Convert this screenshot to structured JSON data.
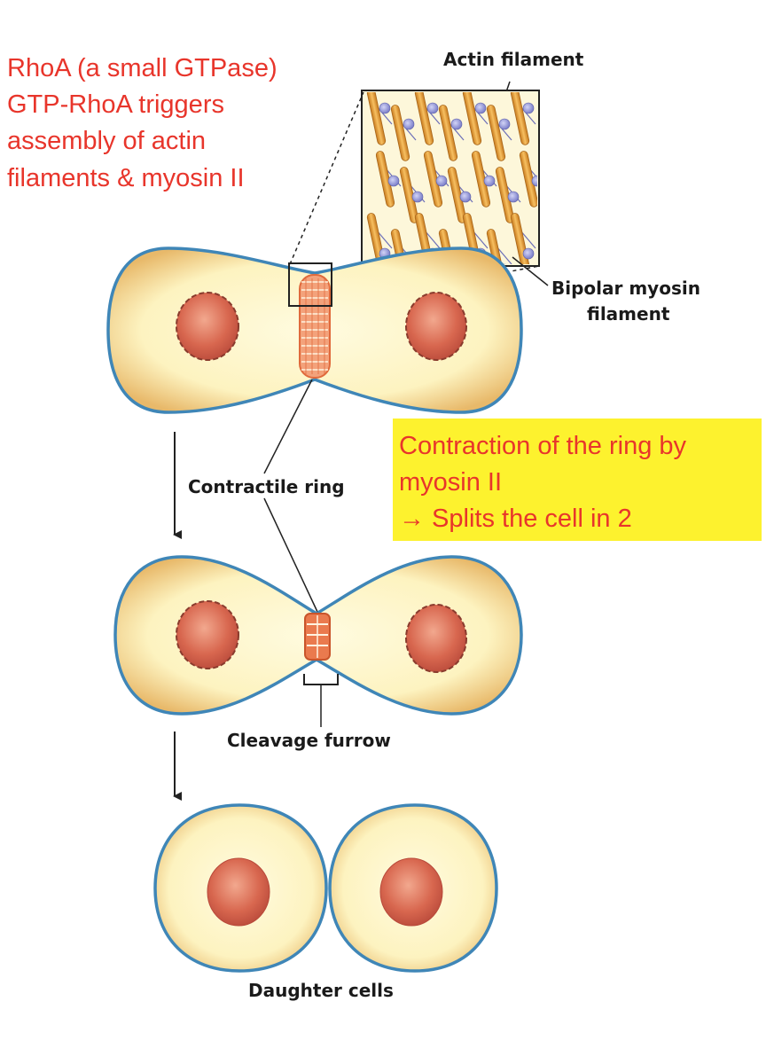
{
  "notes": {
    "rhoa_lines": [
      "RhoA (a small GTPase)",
      "GTP-RhoA triggers",
      "assembly of actin",
      "filaments & myosin II"
    ],
    "contraction_lines": [
      "Contraction of the ring by",
      "myosin II",
      "→ Splits the cell in 2"
    ]
  },
  "labels": {
    "actin_filament": "Actin filament",
    "bipolar_myosin_line1": "Bipolar myosin",
    "bipolar_myosin_line2": "filament",
    "contractile_ring": "Contractile ring",
    "cleavage_furrow": "Cleavage furrow",
    "daughter_cells": "Daughter cells"
  },
  "colors": {
    "annotation_red": "#e8352b",
    "highlight_yellow": "#fdf22e",
    "cell_fill": "#fdf5c4",
    "cell_outline": "#3f86b7",
    "nucleus": "#d96a55",
    "actin": "#e8a032",
    "myosin": "#8c8fd6"
  }
}
